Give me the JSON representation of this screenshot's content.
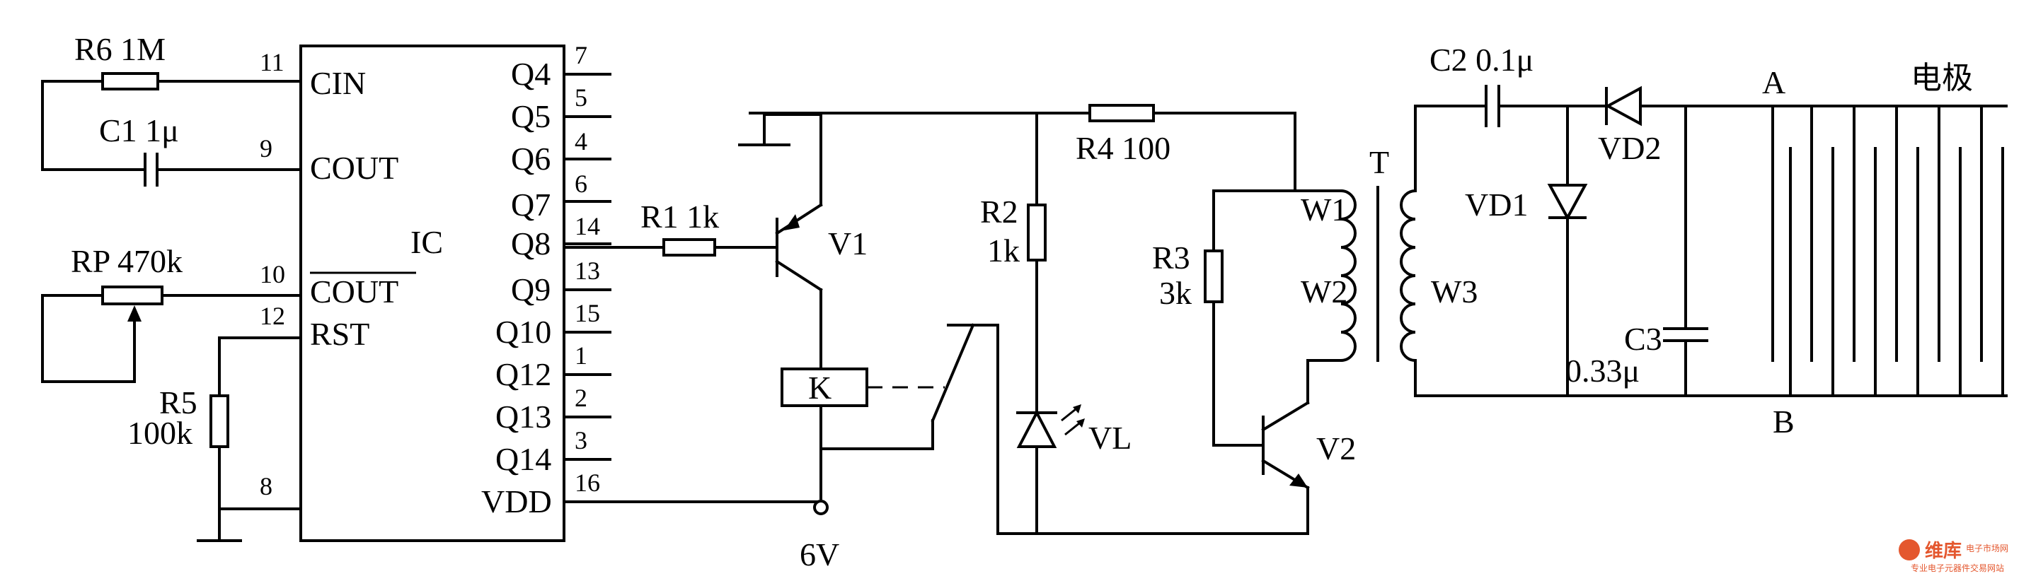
{
  "ic": {
    "name": "IC",
    "left_pins": [
      {
        "num": "11",
        "name": "CIN"
      },
      {
        "num": "9",
        "name": "COUT"
      },
      {
        "num": "10",
        "name": "COUT"
      },
      {
        "num": "12",
        "name": "RST"
      },
      {
        "num": "8",
        "name": ""
      }
    ],
    "right_pins": [
      {
        "num": "7",
        "name": "Q4"
      },
      {
        "num": "5",
        "name": "Q5"
      },
      {
        "num": "4",
        "name": "Q6"
      },
      {
        "num": "6",
        "name": "Q7"
      },
      {
        "num": "14",
        "name": "Q8"
      },
      {
        "num": "13",
        "name": "Q9"
      },
      {
        "num": "15",
        "name": "Q10"
      },
      {
        "num": "1",
        "name": "Q12"
      },
      {
        "num": "2",
        "name": "Q13"
      },
      {
        "num": "3",
        "name": "Q14"
      },
      {
        "num": "16",
        "name": "VDD"
      }
    ]
  },
  "components": {
    "r6": "R6 1M",
    "c1": "C1 1μ",
    "rp": "RP 470k",
    "r5_name": "R5",
    "r5_value": "100k",
    "r1": "R1 1k",
    "v1": "V1",
    "k": "K",
    "supply": "6V",
    "r4": "R4 100",
    "r2_name": "R2",
    "r2_value": "1k",
    "vl": "VL",
    "r3_name": "R3",
    "r3_value": "3k",
    "t": "T",
    "w1": "W1",
    "w2": "W2",
    "w3": "W3",
    "v2": "V2",
    "c2": "C2 0.1μ",
    "vd1": "VD1",
    "vd2": "VD2",
    "c3_name": "C3",
    "c3_value": "0.33μ",
    "point_a": "A",
    "point_b": "B",
    "electrode": "电极"
  },
  "watermark": {
    "brand": "维库",
    "sub": "电子市场网",
    "tagline": "专业电子元器件交易网站"
  }
}
